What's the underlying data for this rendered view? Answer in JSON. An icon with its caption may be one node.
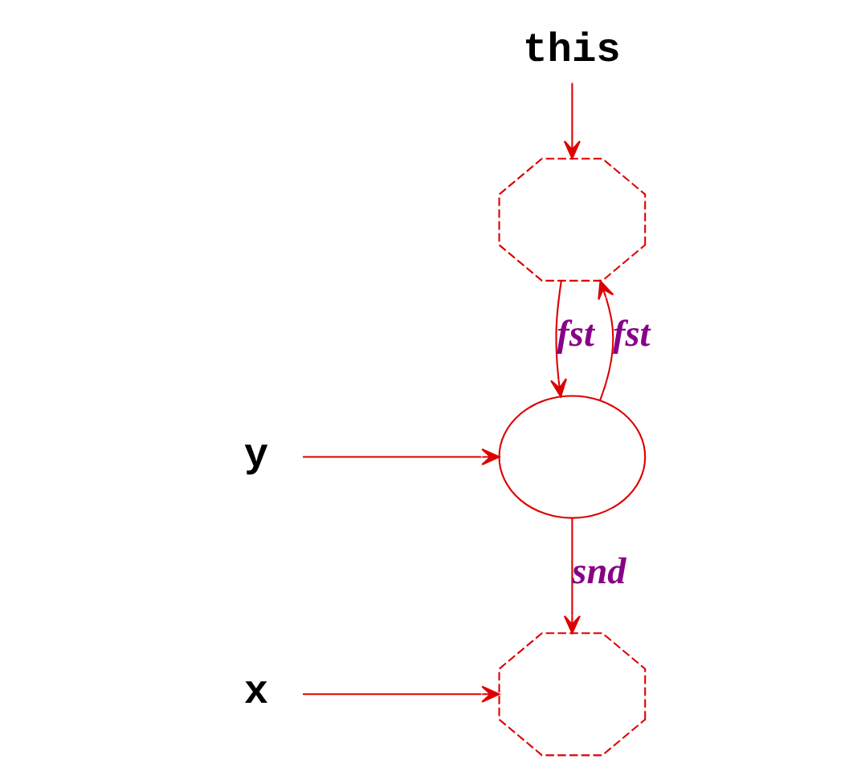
{
  "diagram": {
    "nodes": [
      {
        "text": [
          "this"
        ]
      },
      {
        "text": [
          "x"
        ]
      },
      {
        "text": [],
        "shape": "octagon"
      },
      {
        "text": [],
        "shape": "octagon"
      },
      {
        "text": [],
        "shape": "ellipse"
      },
      {
        "text": [
          "y"
        ]
      }
    ],
    "edges": [
      {
        "from": 0,
        "to": 2,
        "arrow": "to"
      },
      {
        "from": 1,
        "to": 3,
        "arrow": "to"
      },
      {
        "from": 2,
        "to": 4,
        "arrow": "to",
        "label": "fst"
      },
      {
        "from": 4,
        "to": 2,
        "arrow": "to",
        "label": "fst"
      },
      {
        "from": 4,
        "to": 3,
        "arrow": "to",
        "label": "snd"
      },
      {
        "from": 5,
        "to": 4,
        "arrow": "to"
      }
    ]
  }
}
